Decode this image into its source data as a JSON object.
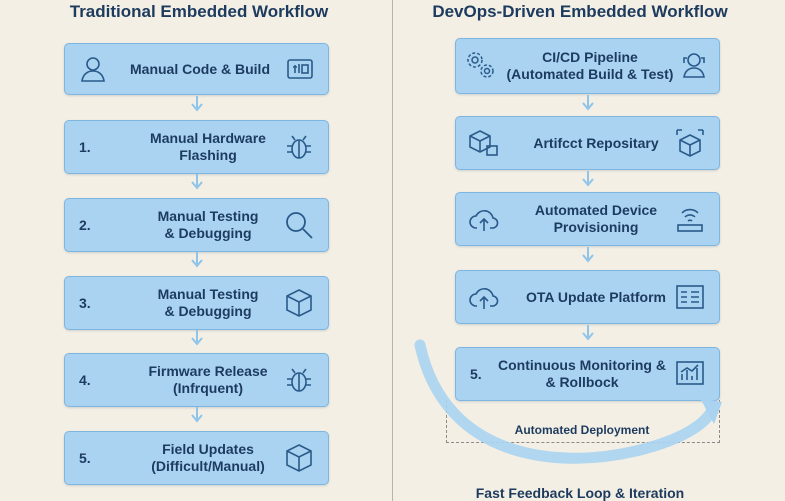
{
  "left": {
    "title": "Traditional Embedded Workflow",
    "steps": [
      {
        "num": "",
        "label": "Manual Code & Build",
        "icon": "usb-drive-icon"
      },
      {
        "num": "1.",
        "label": "Manual Hardware\nFlashing",
        "icon": "bug-icon"
      },
      {
        "num": "2.",
        "label": "Manual Testing\n& Debugging",
        "icon": "magnifier-icon"
      },
      {
        "num": "3.",
        "label": "Manual Testing\n& Debugging",
        "icon": "box-icon"
      },
      {
        "num": "4.",
        "label": "Firmware Release\n(Infrquent)",
        "icon": "bug-icon"
      },
      {
        "num": "5.",
        "label": "Field Updates\n(Difficult/Manual)",
        "icon": "box-icon"
      }
    ]
  },
  "right": {
    "title": "DevOps-Driven Embedded Workflow",
    "steps": [
      {
        "num": "",
        "label": "CI/CD Pipeline\n(Automated Build & Test)",
        "icon": "gears-icon"
      },
      {
        "num": "",
        "label": "Artifcct Repositary",
        "icon": "boxes-icon"
      },
      {
        "num": "",
        "label": "Automated Device\nProvisioning",
        "icon": "cloud-upload-icon"
      },
      {
        "num": "",
        "label": "OTA Update Platform",
        "icon": "cloud-upload-icon"
      },
      {
        "num": "5.",
        "label": "Continuous Monitoring &\n& Rollbock",
        "icon": "chart-icon"
      }
    ],
    "deployment_label": "Automated Deployment",
    "footer": "Fast Feedback Loop & Iteration"
  },
  "colors": {
    "box_fill": "#a9d3f1",
    "box_border": "#7fb6e0",
    "text": "#1d3b5e",
    "arrow": "#8ec4ea",
    "background": "#f3efe4"
  }
}
